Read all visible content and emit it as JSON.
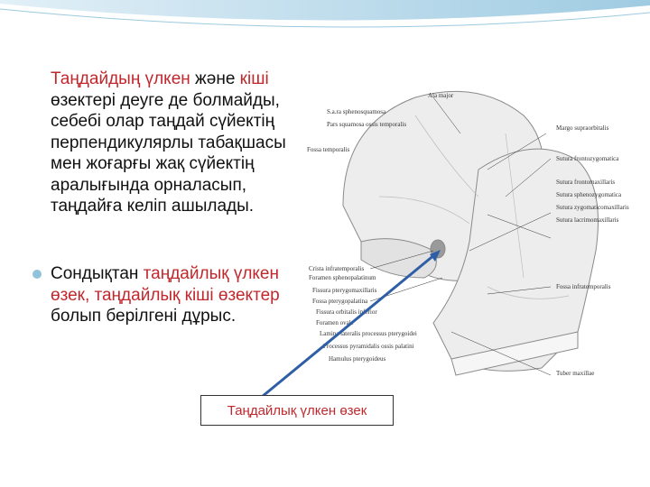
{
  "paragraph1": {
    "lead_highlight": "Таңдайдың үлкен",
    "lead_plain": " және",
    "highlight2": "кіші",
    "rest": " өзектері деуге де болмайды, себебі олар таңдай сүйектің перпендикулярлы табақшасы мен жоғарғы жақ сүйектің аралығында орналасып, таңдайға келіп ашылады."
  },
  "bullet1": {
    "plain_start": "Сондықтан ",
    "highlight": "таңдайлық үлкен өзек, таңдайлық кіші өзектер",
    "plain_end": " болып берілгені дұрыс."
  },
  "callout_label": "Таңдайлық үлкен өзек",
  "figure": {
    "labels_left": [
      "Ala major",
      "S.a.ra sphenosquamosa",
      "Pars squamosa ossis temporalis",
      "Fossa temporalis"
    ],
    "labels_right": [
      "Margo supraorbitalis",
      "Sutura frontozygomatica",
      "Sutura frontomaxillaris",
      "Sutura sphenozygomatica",
      "Sutura zygomaticomaxillaris",
      "Sutura lacrimomaxillaris",
      "Fossa infratemporalis"
    ],
    "labels_bottom_left": [
      "Crista infratemporalis",
      "Foramen sphenopalatinum",
      "Fissura pterygomaxillaris",
      "Fossa pterygopalatina",
      "Fissura orbitalis inferior",
      "Foramen ovale",
      "Lamina lateralis processus pterygoidei",
      "Processus pyramidalis ossis palatini",
      "Hamulus pterygoideus"
    ],
    "label_tuber": "Tuber maxillae"
  },
  "colors": {
    "highlight": "#c0282d",
    "arrow": "#2e5fa6",
    "bullet": "#8fc3dc"
  }
}
